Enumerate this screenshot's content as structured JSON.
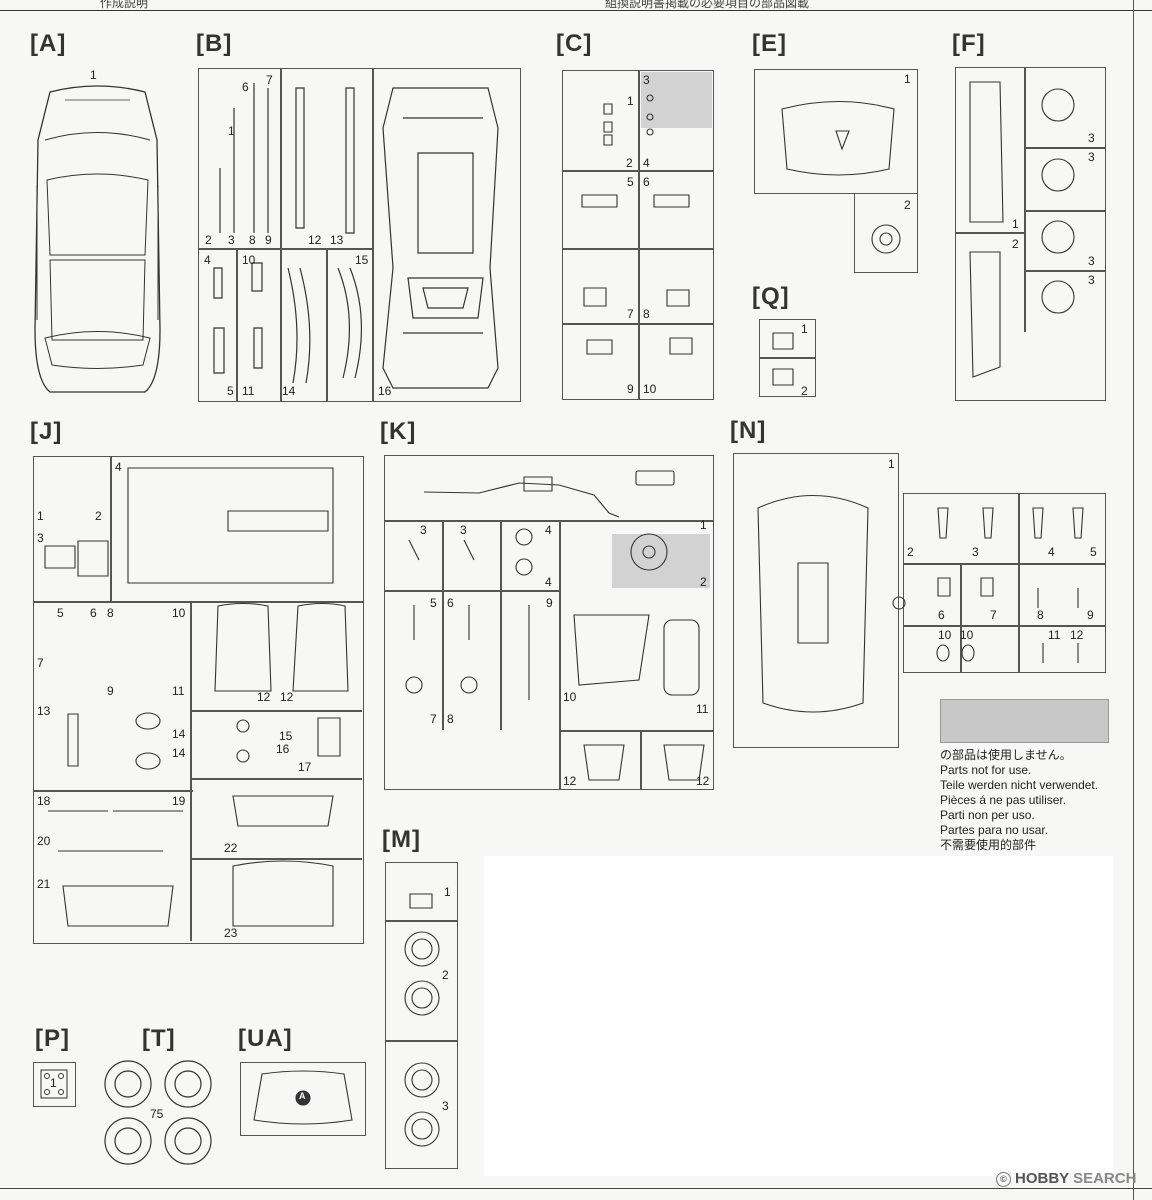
{
  "header": {
    "fragment_left": "作成説明",
    "fragment_right": "組換説明書掲載の必要項目の部品図載"
  },
  "frames": {
    "A": {
      "label": "[A]",
      "parts": [
        "1"
      ]
    },
    "B": {
      "label": "[B]",
      "parts": [
        "7",
        "6",
        "1",
        "2",
        "3",
        "8",
        "9",
        "12",
        "13",
        "4",
        "10",
        "15",
        "5",
        "11",
        "14",
        "16"
      ]
    },
    "C": {
      "label": "[C]",
      "parts": [
        "3",
        "1",
        "2",
        "4",
        "5",
        "6",
        "7",
        "8",
        "9",
        "10"
      ]
    },
    "E": {
      "label": "[E]",
      "parts": [
        "1",
        "2"
      ]
    },
    "F": {
      "label": "[F]",
      "parts": [
        "3",
        "3",
        "1",
        "2",
        "3",
        "3"
      ]
    },
    "Q": {
      "label": "[Q]",
      "parts": [
        "1",
        "2"
      ]
    },
    "J": {
      "label": "[J]",
      "parts": [
        "4",
        "1",
        "2",
        "3",
        "5",
        "6",
        "8",
        "10",
        "7",
        "9",
        "11",
        "12",
        "12",
        "13",
        "14",
        "14",
        "15",
        "16",
        "17",
        "18",
        "19",
        "20",
        "22",
        "21",
        "23"
      ]
    },
    "K": {
      "label": "[K]",
      "parts": [
        "1",
        "3",
        "3",
        "4",
        "4",
        "2",
        "5",
        "6",
        "9",
        "7",
        "8",
        "10",
        "11",
        "12",
        "12"
      ]
    },
    "N": {
      "label": "[N]",
      "parts": [
        "1",
        "2",
        "3",
        "4",
        "5",
        "6",
        "7",
        "8",
        "9",
        "10",
        "10",
        "11",
        "12"
      ]
    },
    "M": {
      "label": "[M]",
      "parts": [
        "1",
        "2",
        "3"
      ]
    },
    "P": {
      "label": "[P]",
      "parts": [
        "1"
      ]
    },
    "T": {
      "label": "[T]",
      "parts": [
        "75"
      ]
    },
    "UA": {
      "label": "[UA]",
      "marker": "A"
    }
  },
  "notice": {
    "lines": [
      "の部品は使用しません。",
      "Parts not for use.",
      "Teile werden nicht verwendet.",
      "Pièces á ne pas utiliser.",
      "Parti non per uso.",
      "Partes para no usar.",
      "不需要使用的部件"
    ]
  },
  "watermark": {
    "symbol": "©",
    "brand_main": "HOBBY",
    "brand_second": "SEARCH"
  }
}
